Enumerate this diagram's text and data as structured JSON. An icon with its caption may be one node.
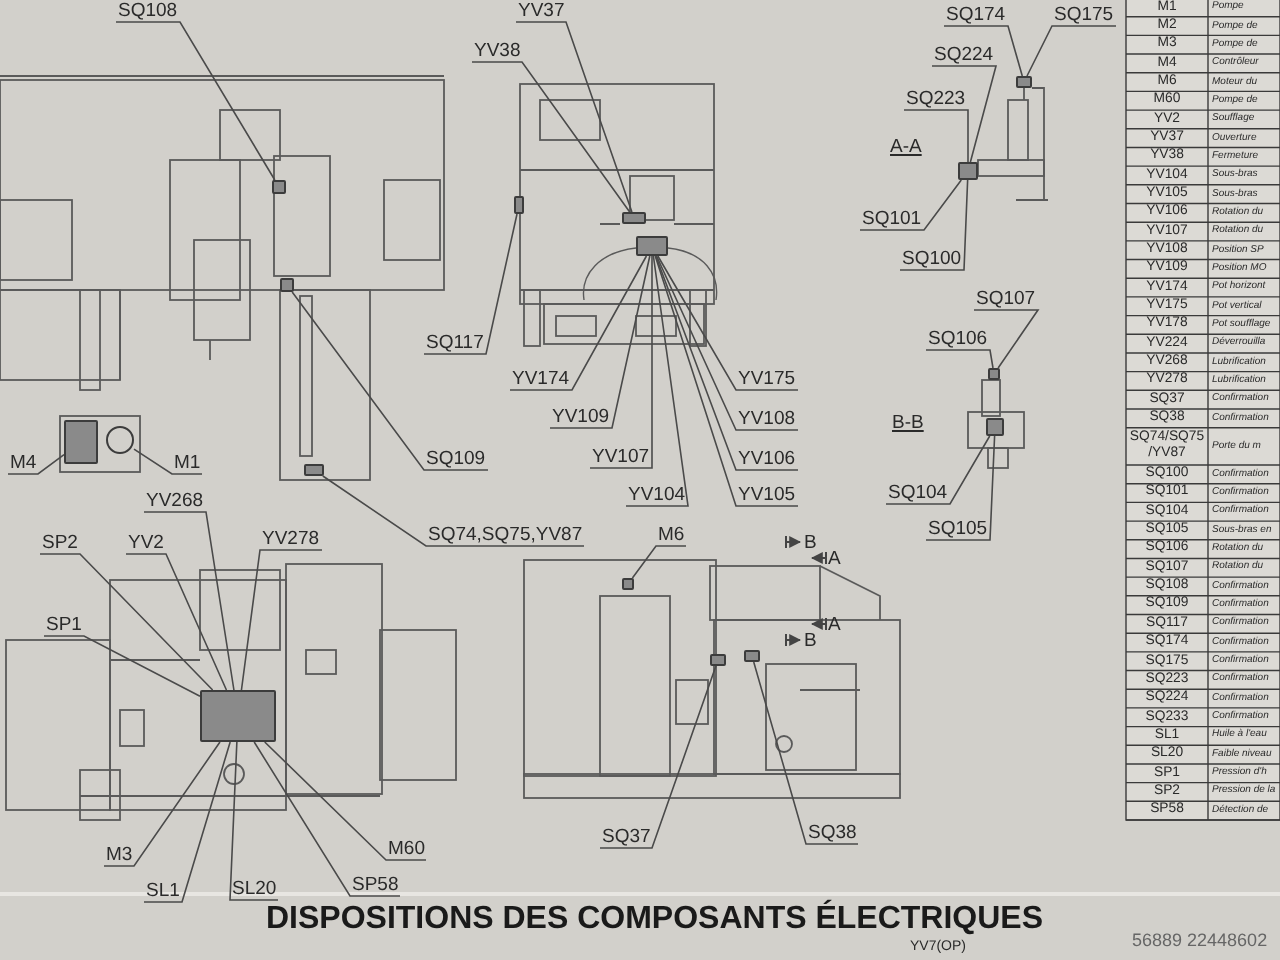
{
  "diagram": {
    "title": "DISPOSITIONS DES COMPOSANTS ÉLECTRIQUES",
    "nodes": [
      {
        "text": [
          "SQ108"
        ]
      },
      {
        "text": [
          "YV37"
        ]
      },
      {
        "text": [
          "YV38"
        ]
      },
      {
        "text": [
          "SQ117"
        ]
      },
      {
        "text": [
          "SQ109"
        ]
      },
      {
        "text": [
          "M4"
        ]
      },
      {
        "text": [
          "M1"
        ]
      },
      {
        "text": [
          "YV174"
        ]
      },
      {
        "text": [
          "YV109"
        ]
      },
      {
        "text": [
          "YV107"
        ]
      },
      {
        "text": [
          "YV104"
        ]
      },
      {
        "text": [
          "YV175"
        ]
      },
      {
        "text": [
          "YV108"
        ]
      },
      {
        "text": [
          "YV106"
        ]
      },
      {
        "text": [
          "YV105"
        ]
      },
      {
        "text": [
          "SQ174"
        ]
      },
      {
        "text": [
          "SQ175"
        ]
      },
      {
        "text": [
          "SQ224"
        ]
      },
      {
        "text": [
          "SQ223"
        ]
      },
      {
        "text": [
          "SQ101"
        ]
      },
      {
        "text": [
          "SQ100"
        ]
      },
      {
        "text": [
          "SQ107"
        ]
      },
      {
        "text": [
          "SQ106"
        ]
      },
      {
        "text": [
          "SQ104"
        ]
      },
      {
        "text": [
          "SQ105"
        ]
      },
      {
        "text": [
          "YV268"
        ]
      },
      {
        "text": [
          "SP2"
        ]
      },
      {
        "text": [
          "YV2"
        ]
      },
      {
        "text": [
          "YV278"
        ]
      },
      {
        "text": [
          "SP1"
        ]
      },
      {
        "text": [
          "SQ74,SQ75,YV87"
        ]
      },
      {
        "text": [
          "M6"
        ]
      },
      {
        "text": [
          "M60"
        ]
      },
      {
        "text": [
          "M3"
        ]
      },
      {
        "text": [
          "SL1"
        ]
      },
      {
        "text": [
          "SL20"
        ]
      },
      {
        "text": [
          "SP58"
        ]
      },
      {
        "text": [
          "SQ37"
        ]
      },
      {
        "text": [
          "SQ38"
        ]
      },
      {
        "text": [],
        "shape": "box"
      },
      {
        "text": [],
        "shape": "box"
      },
      {
        "text": [],
        "shape": "box"
      },
      {
        "text": [],
        "shape": "box"
      },
      {
        "text": [],
        "shape": "box"
      },
      {
        "text": [],
        "shape": "circle"
      },
      {
        "text": [],
        "shape": "box"
      },
      {
        "text": [],
        "shape": "box"
      },
      {
        "text": [],
        "shape": "box"
      },
      {
        "text": [],
        "shape": "box"
      },
      {
        "text": [],
        "shape": "box"
      },
      {
        "text": [],
        "shape": "box"
      },
      {
        "text": [],
        "shape": "box"
      },
      {
        "text": [],
        "shape": "box"
      },
      {
        "text": [],
        "shape": "box"
      },
      {
        "text": [],
        "shape": "box"
      }
    ],
    "edges": [
      {
        "from": 0,
        "to": 39,
        "arrow": "none"
      },
      {
        "from": 1,
        "to": 40,
        "arrow": "none"
      },
      {
        "from": 2,
        "to": 40,
        "arrow": "none"
      },
      {
        "from": 3,
        "to": 41,
        "arrow": "none"
      },
      {
        "from": 4,
        "to": 42,
        "arrow": "none"
      },
      {
        "from": 5,
        "to": 43,
        "arrow": "none"
      },
      {
        "from": 6,
        "to": 44,
        "arrow": "none"
      },
      {
        "from": 7,
        "to": 45,
        "arrow": "none"
      },
      {
        "from": 8,
        "to": 45,
        "arrow": "none"
      },
      {
        "from": 9,
        "to": 45,
        "arrow": "none"
      },
      {
        "from": 10,
        "to": 45,
        "arrow": "none"
      },
      {
        "from": 11,
        "to": 45,
        "arrow": "none"
      },
      {
        "from": 12,
        "to": 45,
        "arrow": "none"
      },
      {
        "from": 13,
        "to": 45,
        "arrow": "none"
      },
      {
        "from": 14,
        "to": 45,
        "arrow": "none"
      },
      {
        "from": 15,
        "to": 46,
        "arrow": "none"
      },
      {
        "from": 16,
        "to": 46,
        "arrow": "none"
      },
      {
        "from": 17,
        "to": 47,
        "arrow": "none"
      },
      {
        "from": 18,
        "to": 47,
        "arrow": "none"
      },
      {
        "from": 19,
        "to": 47,
        "arrow": "none"
      },
      {
        "from": 20,
        "to": 47,
        "arrow": "none"
      },
      {
        "from": 21,
        "to": 48,
        "arrow": "none"
      },
      {
        "from": 22,
        "to": 48,
        "arrow": "none"
      },
      {
        "from": 23,
        "to": 49,
        "arrow": "none"
      },
      {
        "from": 24,
        "to": 49,
        "arrow": "none"
      },
      {
        "from": 25,
        "to": 50,
        "arrow": "none"
      },
      {
        "from": 26,
        "to": 50,
        "arrow": "none"
      },
      {
        "from": 27,
        "to": 50,
        "arrow": "none"
      },
      {
        "from": 28,
        "to": 50,
        "arrow": "none"
      },
      {
        "from": 29,
        "to": 50,
        "arrow": "none"
      },
      {
        "from": 30,
        "to": 51,
        "arrow": "none"
      },
      {
        "from": 31,
        "to": 52,
        "arrow": "none"
      },
      {
        "from": 32,
        "to": 50,
        "arrow": "none"
      },
      {
        "from": 33,
        "to": 50,
        "arrow": "none"
      },
      {
        "from": 34,
        "to": 50,
        "arrow": "none"
      },
      {
        "from": 35,
        "to": 50,
        "arrow": "none"
      },
      {
        "from": 36,
        "to": 50,
        "arrow": "none"
      },
      {
        "from": 37,
        "to": 53,
        "arrow": "none"
      },
      {
        "from": 38,
        "to": 54,
        "arrow": "none"
      }
    ],
    "labels": [
      "A-A",
      "B-B",
      "B",
      "A",
      "A",
      "B",
      "M1",
      "Pompe",
      "M2",
      "Pompe de",
      "M3",
      "Pompe de",
      "M4",
      "Contrôleur",
      "M6",
      "Moteur du",
      "M60",
      "Pompe de",
      "YV2",
      "Soufflage",
      "YV37",
      "Ouverture",
      "YV38",
      "Fermeture",
      "YV104",
      "Sous-bras",
      "YV105",
      "Sous-bras",
      "YV106",
      "Rotation du",
      "YV107",
      "Rotation du",
      "YV108",
      "Position SP",
      "YV109",
      "Position MO",
      "YV174",
      "Pot horizont",
      "YV175",
      "Pot vertical",
      "YV178",
      "Pot soufflage",
      "YV224",
      "Déverrouilla",
      "YV268",
      "Lubrification",
      "YV278",
      "Lubrification",
      "SQ37",
      "Confirmation",
      "SQ38",
      "Confirmation",
      "SQ74/SQ75 /YV87",
      "Porte du m",
      "SQ100",
      "Confirmation",
      "SQ101",
      "Confirmation",
      "SQ104",
      "Confirmation",
      "SQ105",
      "Sous-bras en",
      "SQ106",
      "Rotation du",
      "SQ107",
      "Rotation du",
      "SQ108",
      "Confirmation",
      "SQ109",
      "Confirmation",
      "SQ117",
      "Confirmation",
      "SQ174",
      "Confirmation",
      "SQ175",
      "Confirmation",
      "SQ223",
      "Confirmation",
      "SQ224",
      "Confirmation",
      "SQ233",
      "Confirmation",
      "SL1",
      "Huile à l'eau",
      "SL20",
      "Faible niveau",
      "SP1",
      "Pression d'h",
      "SP2",
      "Pression de la",
      "SP58",
      "Détection de",
      "YV7(OP)",
      "56889 22448602"
    ]
  }
}
